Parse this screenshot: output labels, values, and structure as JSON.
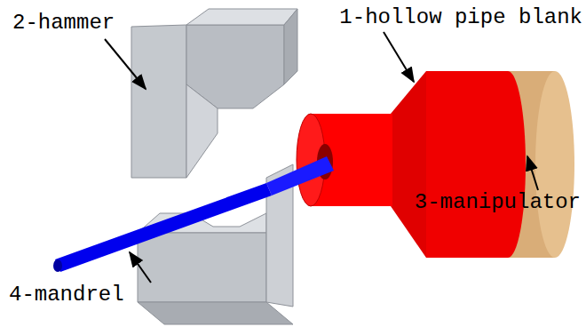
{
  "diagram": {
    "labels": [
      "1-hollow pipe blank",
      "2-hammer",
      "3-manipulator",
      "4-mandrel"
    ]
  }
}
